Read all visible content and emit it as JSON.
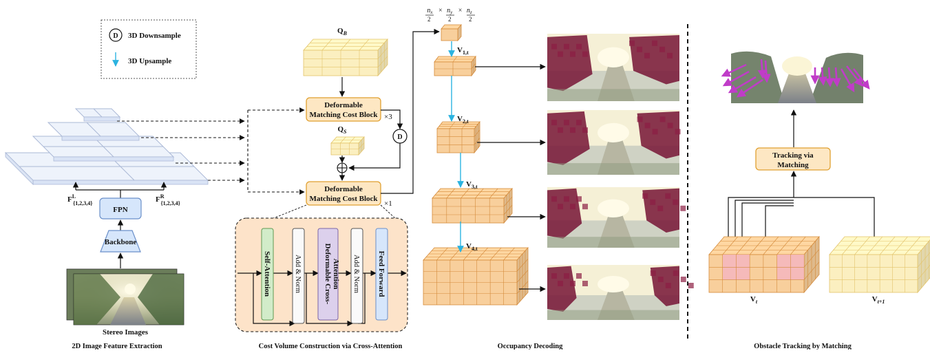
{
  "legend": {
    "downsample_symbol": "D",
    "downsample_label": "3D Downsample",
    "upsample_label": "3D Upsample"
  },
  "feature_extraction": {
    "backbone": "Backbone",
    "fpn": "FPN",
    "stereo_images": "Stereo Images",
    "feat_left": "F",
    "feat_left_sup": "L",
    "feat_left_sub": "{1,2,3,4}",
    "feat_right": "F",
    "feat_right_sup": "R",
    "feat_right_sub": "{1,2,3,4}",
    "section_title": "2D Image Feature Extraction"
  },
  "cost_volume": {
    "query_b": "Q",
    "query_b_sub": "B",
    "query_s": "Q",
    "query_s_sub": "S",
    "dmcb_line1": "Deformable",
    "dmcb_line2": "Matching Cost Block",
    "times3": "×3",
    "times1": "×1",
    "downsample_symbol": "D",
    "layers": [
      "Self-Attention",
      "Add & Norm",
      "Deformable Cross-",
      "Attention",
      "Add & Norm",
      "Feed Forward"
    ],
    "section_title": "Cost Volume Construction via Cross-Attention"
  },
  "occupancy": {
    "resolution_label": "n_x/2 × n_y/2 × n_z/2",
    "res_nx": "n",
    "res_nx_sub": "x",
    "res_ny": "n",
    "res_ny_sub": "y",
    "res_nz": "n",
    "res_nz_sub": "z",
    "res_den": "2",
    "res_times": "×",
    "volumes": [
      {
        "name": "V",
        "sub": "1,t"
      },
      {
        "name": "V",
        "sub": "2,t"
      },
      {
        "name": "V",
        "sub": "3,t"
      },
      {
        "name": "V",
        "sub": "4,t"
      }
    ],
    "section_title": "Occupancy Decoding"
  },
  "tracking": {
    "block_line1": "Tracking via",
    "block_line2": "Matching",
    "vol_t": "V",
    "vol_t_sub": "t",
    "vol_t1": "V",
    "vol_t1_sub": "t+1",
    "section_title": "Obstacle Tracking by Matching"
  },
  "colors": {
    "orange_block": "#fde7c3",
    "orange_stroke": "#e0a030",
    "voxel_orange": "#f8cf9c",
    "voxel_yellow": "#fbefc0",
    "voxel_pink": "#f4b6bf",
    "fpn_blue": "#d6e6fb",
    "self_attn_green": "#d2ecc9",
    "cross_attn_purple": "#dcd0ec",
    "ffn_blue": "#d6e6fb",
    "upsample_cyan": "#2bb3e0",
    "obstacle_maroon": "#7a1a3a",
    "motion_magenta": "#c03cc8"
  }
}
